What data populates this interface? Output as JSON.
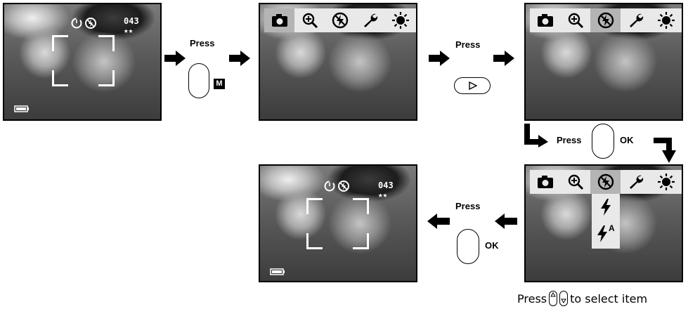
{
  "screens": {
    "s1": {
      "counter": "043",
      "stars": "★★"
    },
    "s6": {
      "counter": "043",
      "stars": "★★"
    }
  },
  "steps": {
    "step1": {
      "press": "Press",
      "key": "M"
    },
    "step2": {
      "press": "Press"
    },
    "step3": {
      "press": "Press",
      "key": "OK"
    },
    "step4": {
      "press": "Press",
      "key": "OK"
    }
  },
  "menu_icons": [
    "camera-icon",
    "zoom-in-icon",
    "flash-off-icon",
    "wrench-icon",
    "brightness-icon"
  ],
  "submenu_icons": [
    "flash-on-icon",
    "flash-auto-icon"
  ],
  "submenu_auto_letter": "A",
  "caption": {
    "before": "Press",
    "after": "to select item"
  },
  "colors": {
    "menu_bg": "#e9e9e9",
    "menu_selected": "#b4b4b4",
    "screen_border": "#000000"
  }
}
